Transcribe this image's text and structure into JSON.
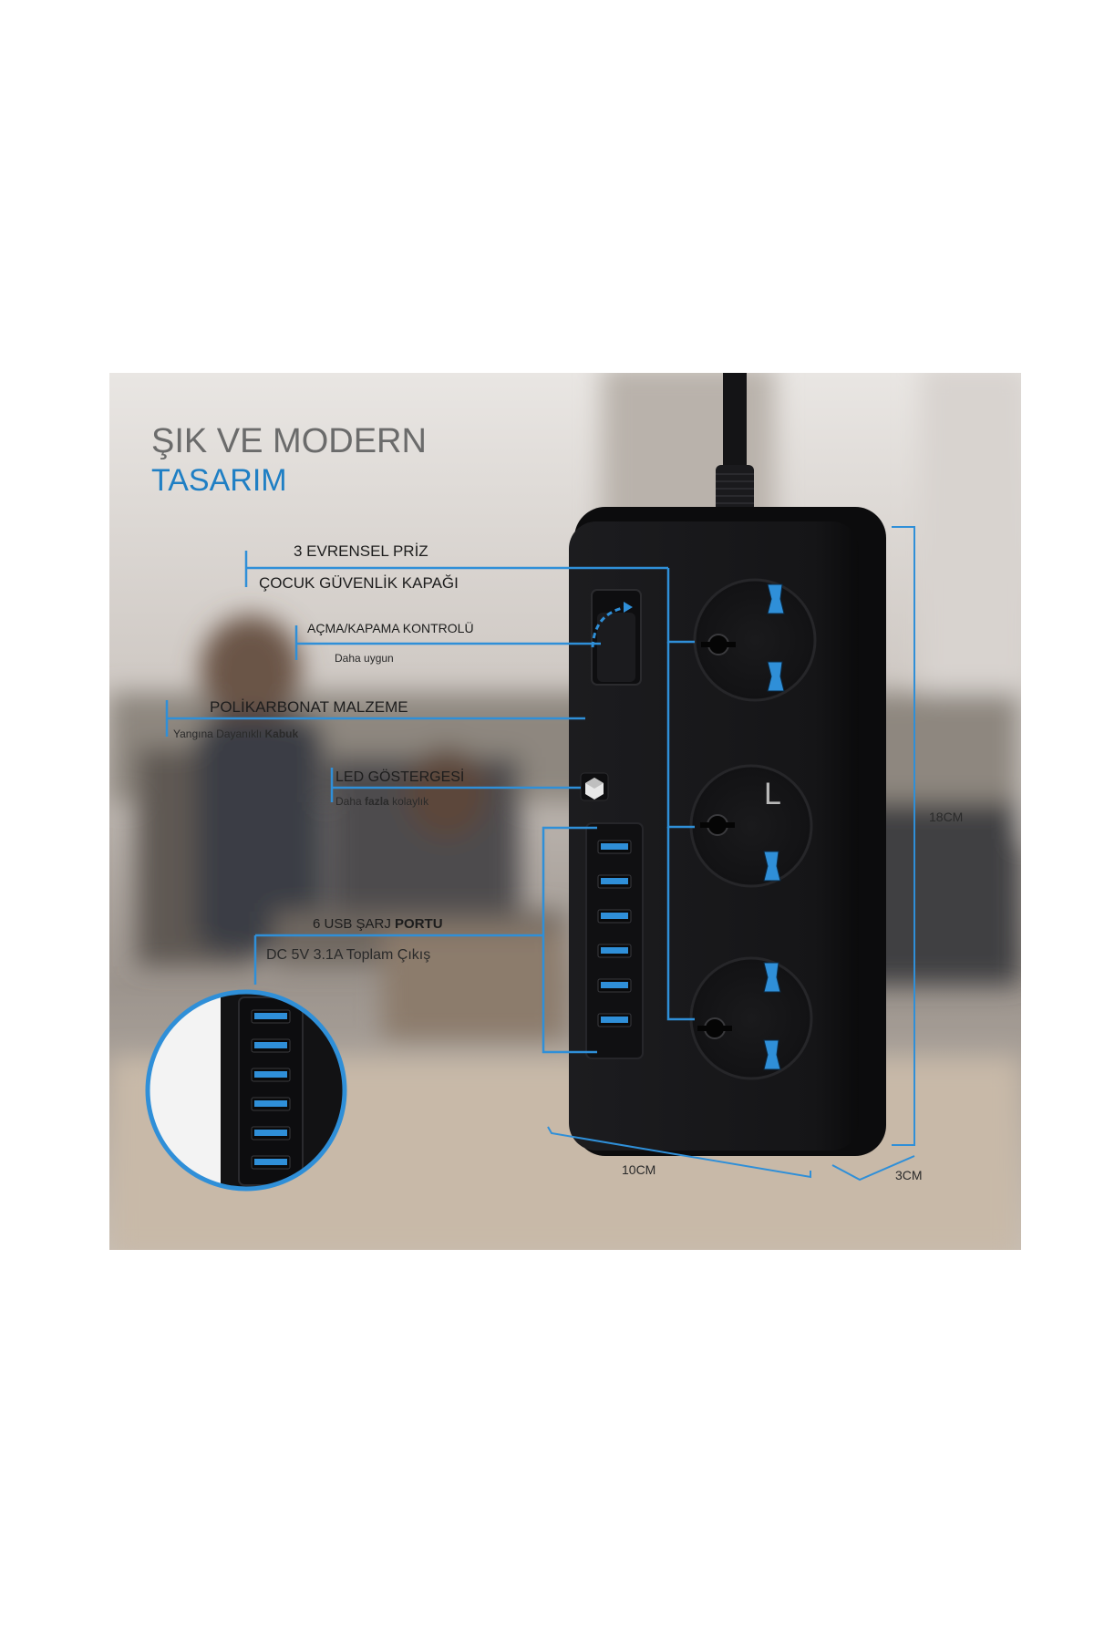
{
  "headline": {
    "line1": "ŞIK VE MODERN",
    "line2": "TASARIM"
  },
  "callouts": [
    {
      "title": "3 EVRENSEL PRİZ",
      "subtitle": "ÇOCUK GÜVENLİK KAPAĞI"
    },
    {
      "title": "AÇMA/KAPAMA KONTROLÜ",
      "subtitle": "Daha uygun"
    },
    {
      "title": "POLİKARBONAT MALZEME",
      "subtitle_plain": "Yangına Dayanıklı",
      "subtitle_bold": "Kabuk"
    },
    {
      "title": "LED GÖSTERGESİ",
      "subtitle_plain": "Daha",
      "subtitle_mid": "fazla",
      "subtitle_end": "kolaylık"
    },
    {
      "title_plain": "6 USB ŞARJ",
      "title_bold": "PORTU",
      "subtitle": "DC 5V 3.1A Toplam Çıkış"
    }
  ],
  "dimensions": {
    "height": "18CM",
    "width": "10CM",
    "depth": "3CM"
  },
  "socket_mark": "L",
  "product": {
    "usb_port_count": 6,
    "socket_count": 3
  },
  "colors": {
    "accent_blue": "#2f8fd8",
    "headline_gray": "#6b6b6b",
    "headline_blue": "#1f7fc4",
    "body": "#161618"
  }
}
